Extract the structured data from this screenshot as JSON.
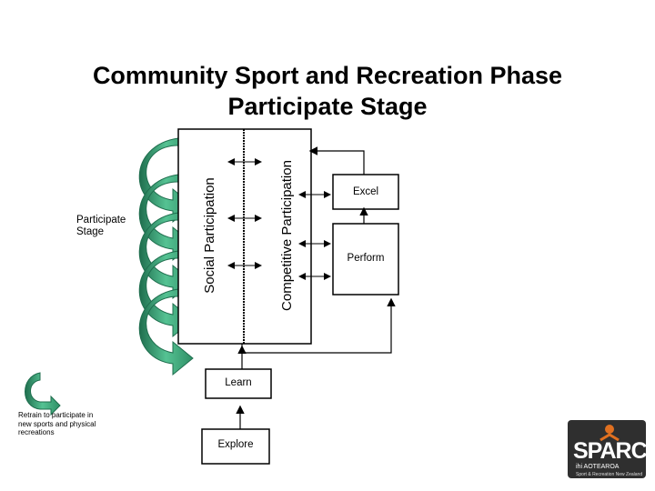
{
  "title": {
    "line1": "Community Sport and Recreation Phase",
    "line2": "Participate Stage"
  },
  "side_label": "Participate Stage",
  "retrain_label": "Retrain to participate in new sports and physical recreations",
  "columns": {
    "social": "Social Participation",
    "competitive": "Competitive Participation"
  },
  "boxes": {
    "excel": "Excel",
    "perform": "Perform",
    "learn": "Learn",
    "explore": "Explore"
  },
  "logo": {
    "text": "SPARC",
    "sub1": "ihi AOTEAROA",
    "sub2": "Sport & Recreation New Zealand"
  },
  "colors": {
    "arrow_green": "#3aa77a",
    "arrow_dark": "#1f6e4e",
    "logo_bg": "#2f2f2f",
    "logo_accent": "#e07020"
  }
}
